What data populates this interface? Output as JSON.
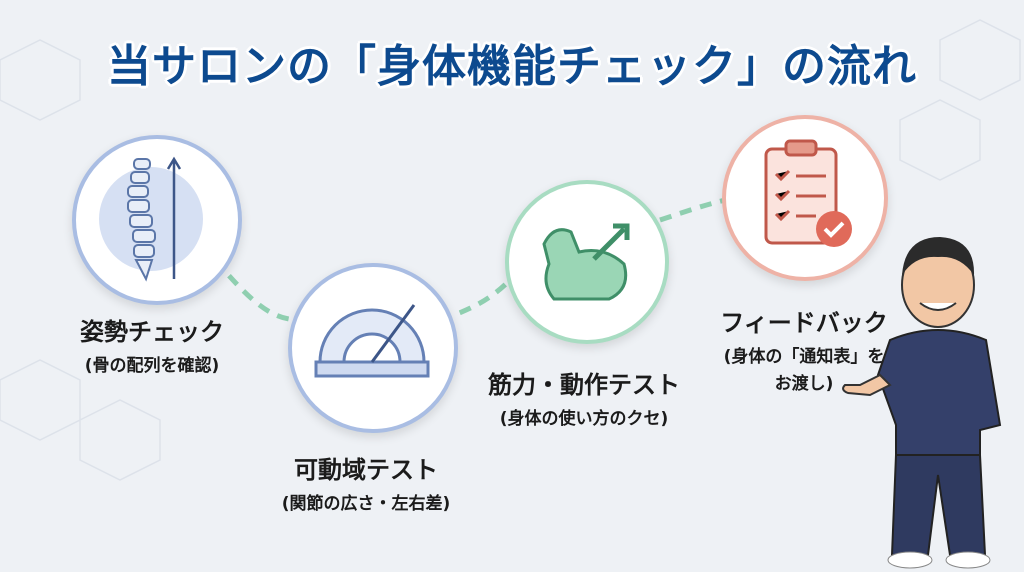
{
  "title": "当サロンの「身体機能チェック」の流れ",
  "steps": [
    {
      "label": "姿勢チェック",
      "sub": "(骨の配列を確認)",
      "icon": "spine-icon",
      "color": "#8fa8d6"
    },
    {
      "label": "可動域テスト",
      "sub": "(関節の広さ・左右差)",
      "icon": "protractor-icon",
      "color": "#8fa8d6"
    },
    {
      "label": "筋力・動作テスト",
      "sub": "(身体の使い方のクセ)",
      "icon": "muscle-arm-icon",
      "color": "#8fd0b0"
    },
    {
      "label": "フィードバック",
      "sub": "(身体の「通知表」を",
      "sub2": "お渡し)",
      "icon": "clipboard-check-icon",
      "color": "#e59a8a"
    }
  ]
}
